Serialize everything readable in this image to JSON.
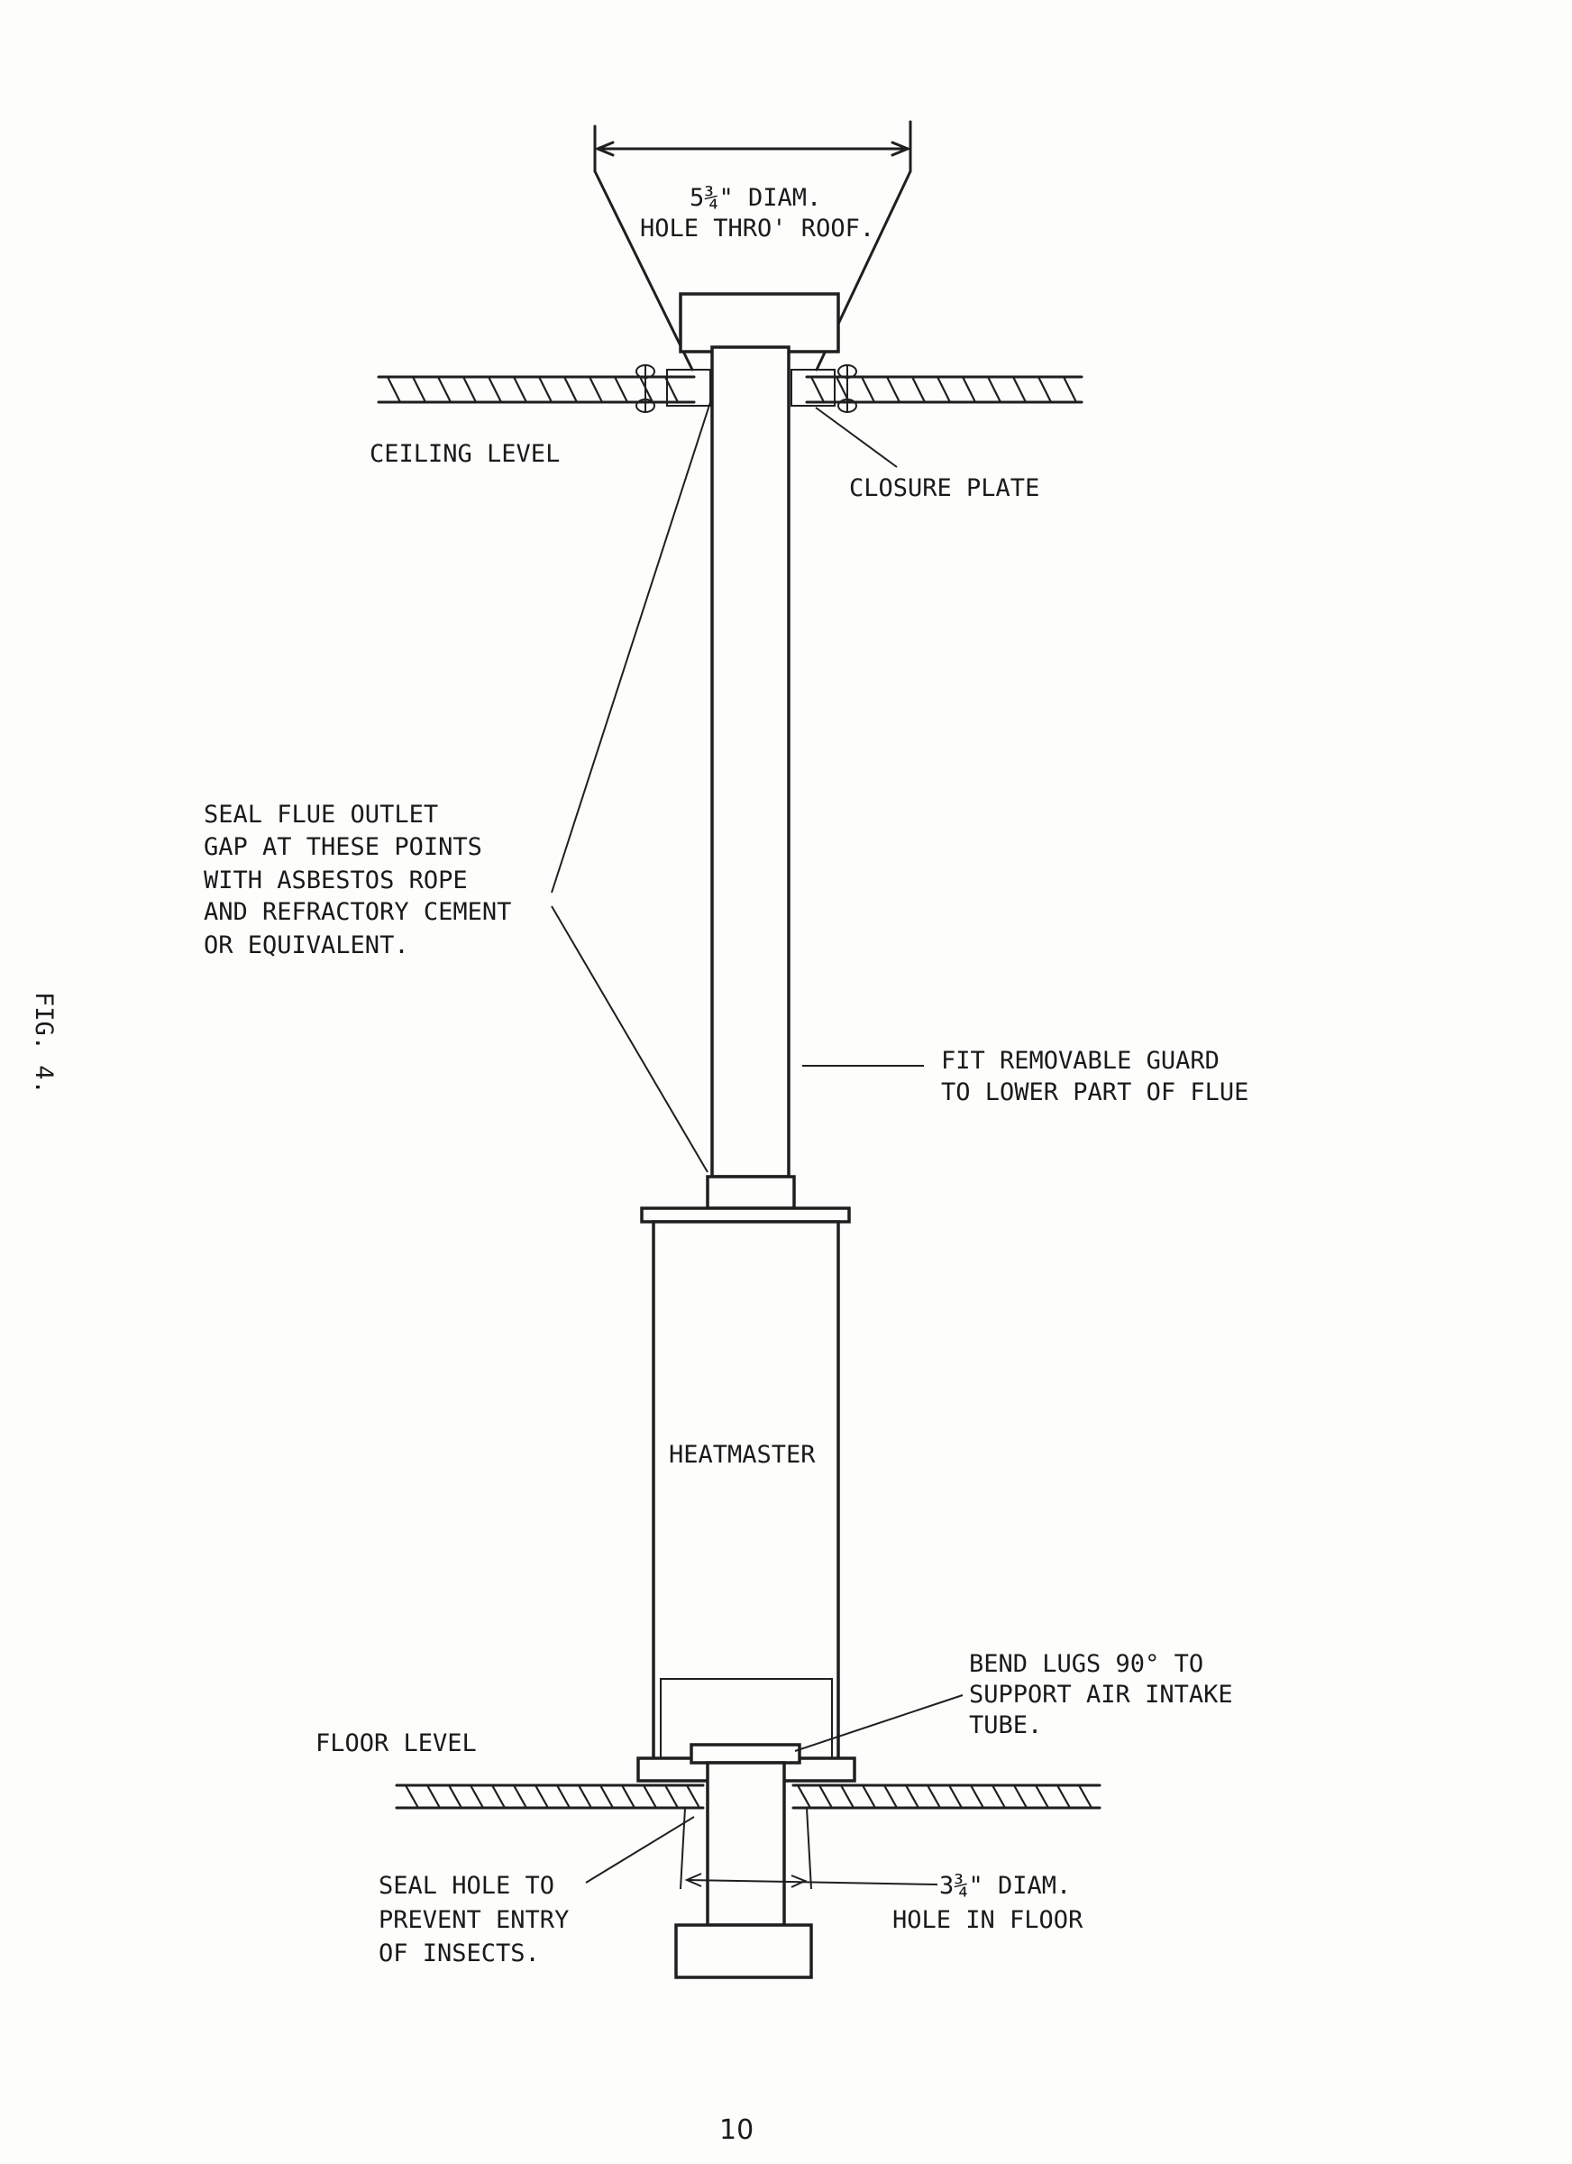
{
  "labels": {
    "roof_hole_line1": "5¾\" DIAM.",
    "roof_hole_line2": "HOLE THRO' ROOF.",
    "ceiling_level": "CEILING LEVEL",
    "closure_plate": "CLOSURE PLATE",
    "seal_flue_line1": "SEAL FLUE OUTLET",
    "seal_flue_line2": "GAP AT THESE POINTS",
    "seal_flue_line3": "WITH ASBESTOS ROPE",
    "seal_flue_line4": "AND REFRACTORY CEMENT",
    "seal_flue_line5": "OR EQUIVALENT.",
    "guard_line1": "FIT REMOVABLE GUARD",
    "guard_line2": "TO LOWER PART OF FLUE",
    "heater_name": "HEATMASTER",
    "lugs_line1": "BEND LUGS 90° TO",
    "lugs_line2": "SUPPORT AIR INTAKE",
    "lugs_line3": "TUBE.",
    "floor_level": "FLOOR LEVEL",
    "seal_hole_line1": "SEAL HOLE TO",
    "seal_hole_line2": "PREVENT ENTRY",
    "seal_hole_line3": "OF INSECTS.",
    "floor_hole_line1": "3¾\" DIAM.",
    "floor_hole_line2": "HOLE IN FLOOR",
    "figure_label": "FIG. 4.",
    "page_number": "10"
  }
}
